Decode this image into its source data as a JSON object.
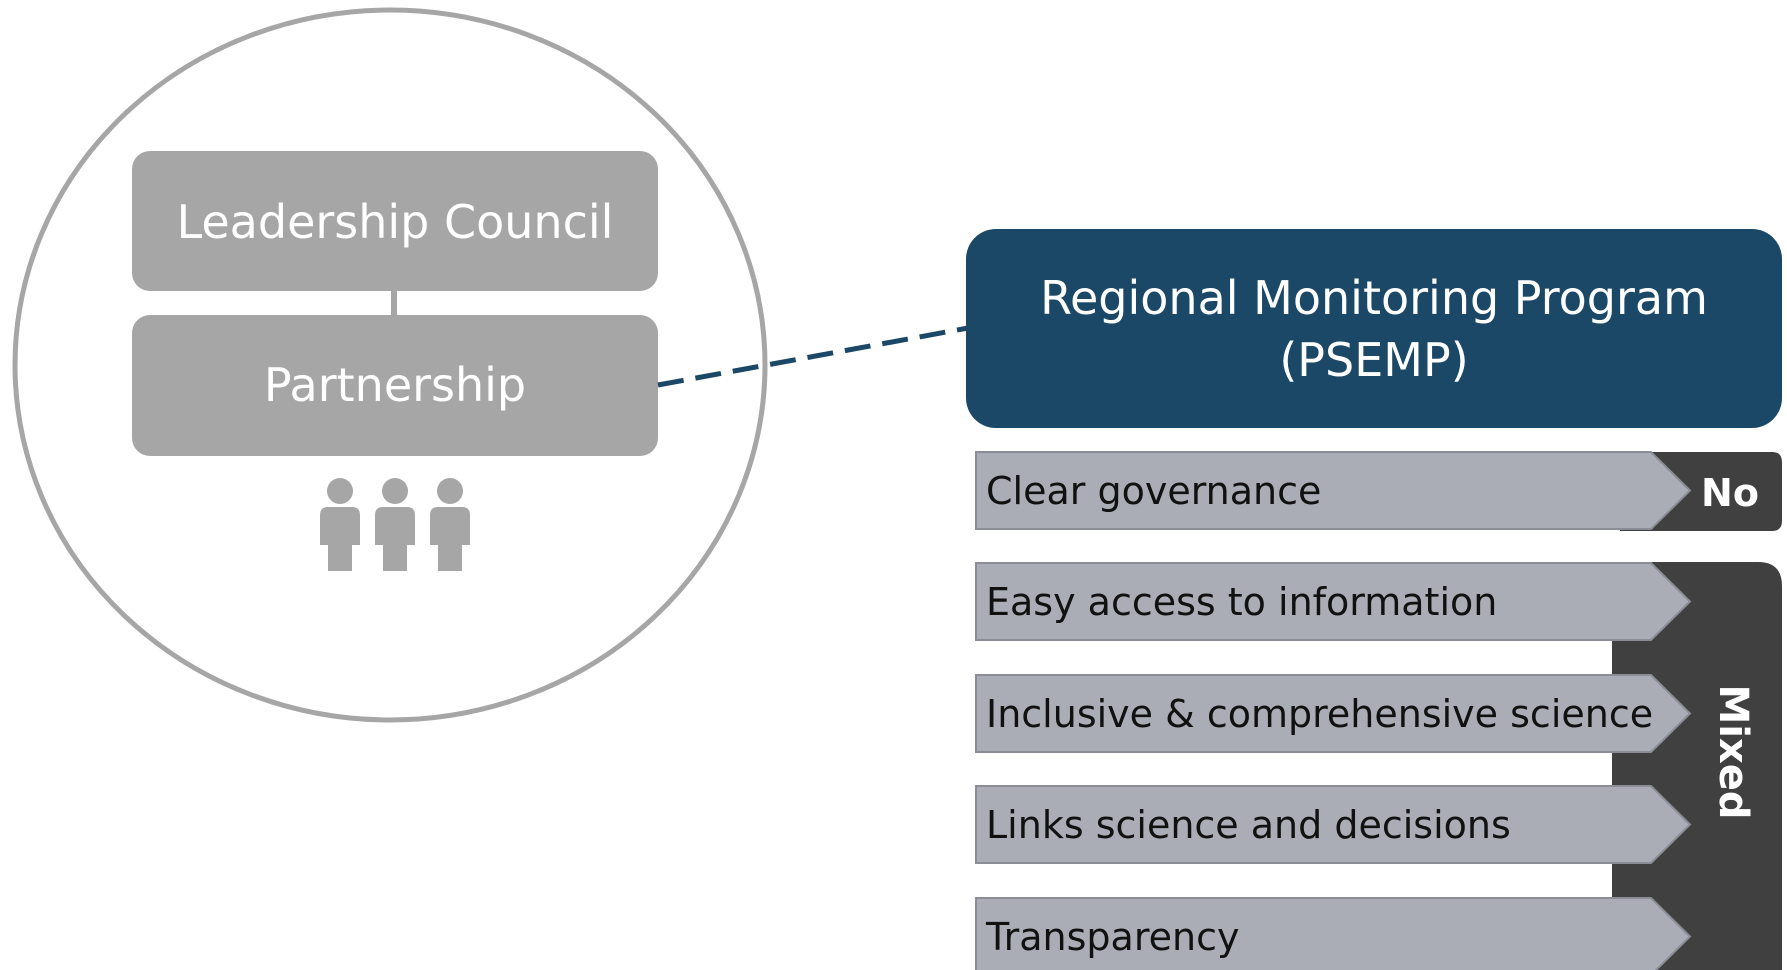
{
  "org": {
    "leadership_council": "Leadership Council",
    "partnership": "Partnership"
  },
  "program": {
    "title_line1": "Regional Monitoring Program",
    "title_line2": "(PSEMP)"
  },
  "criteria": [
    {
      "label": "Clear governance"
    },
    {
      "label": "Easy access to information"
    },
    {
      "label": "Inclusive & comprehensive science"
    },
    {
      "label": "Links science and decisions"
    },
    {
      "label": "Transparency"
    }
  ],
  "ratings": {
    "no": "No",
    "mixed": "Mixed"
  },
  "colors": {
    "circle_stroke": "#a6a6a6",
    "org_box": "#a6a6a6",
    "program_box": "#1b4866",
    "criteria_fill": "#aaadb6",
    "rating_fill": "#404040",
    "connector": "#1b4866"
  },
  "icons": [
    "people-icon"
  ]
}
